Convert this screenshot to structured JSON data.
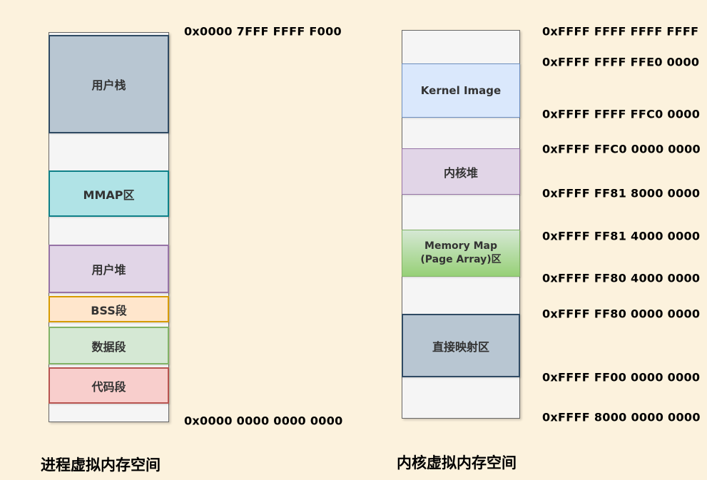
{
  "background_color": "#fcf2dd",
  "process_space": {
    "caption": "进程虚拟内存空间",
    "top_address": "0x0000 7FFF FFFF F000",
    "bottom_address": "0x0000 0000 0000 0000",
    "segments": {
      "user_stack": {
        "label": "用户栈",
        "fill": "#b8c6d2",
        "border": "#2f4a63"
      },
      "mmap": {
        "label": "MMAP区",
        "fill": "#b0e3e6",
        "border": "#0e8088"
      },
      "user_heap": {
        "label": "用户堆",
        "fill": "#e1d5e7",
        "border": "#9673a6"
      },
      "bss": {
        "label": "BSS段",
        "fill": "#ffe6cc",
        "border": "#d79b00"
      },
      "data": {
        "label": "数据段",
        "fill": "#d5e8d4",
        "border": "#82b366"
      },
      "code": {
        "label": "代码段",
        "fill": "#f8cecc",
        "border": "#b85450"
      }
    }
  },
  "kernel_space": {
    "caption": "内核虚拟内存空间",
    "addresses": [
      "0xFFFF FFFF FFFF FFFF",
      "0xFFFF FFFF FFE0 0000",
      "0xFFFF FFFF FFC0 0000",
      "0xFFFF FFC0 0000 0000",
      "0xFFFF FF81 8000 0000",
      "0xFFFF FF81 4000 0000",
      "0xFFFF FF80 4000 0000",
      "0xFFFF FF80 0000 0000",
      "0xFFFF FF00 0000 0000",
      "0xFFFF 8000 0000 0000"
    ],
    "segments": {
      "kernel_image": {
        "label": "Kernel Image",
        "fill": "#dae8fc",
        "border": "#6c8ebf"
      },
      "kernel_heap": {
        "label": "内核堆",
        "fill": "#e1d5e7",
        "border": "#9673a6"
      },
      "memory_map": {
        "label_line1": "Memory Map",
        "label_line2": "(Page Array)区",
        "fill_top": "#d5e8d4",
        "fill_bottom": "#97d077",
        "border": "#82b366"
      },
      "direct_mapping": {
        "label": "直接映射区",
        "fill": "#b8c6d2",
        "border": "#2f4a63"
      }
    }
  }
}
